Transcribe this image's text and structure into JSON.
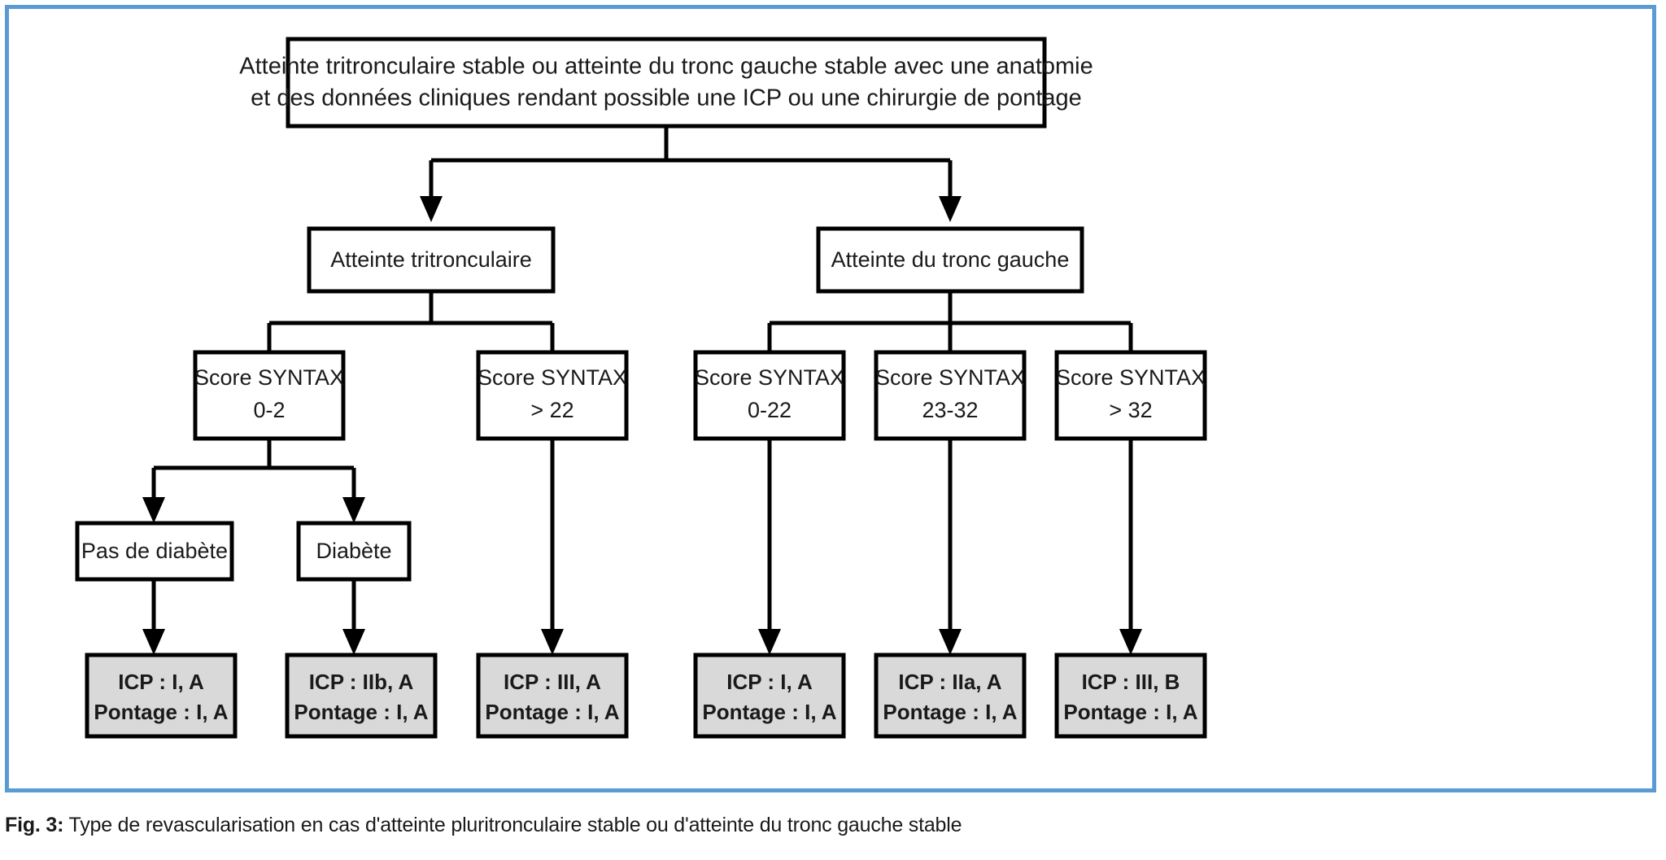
{
  "figure": {
    "caption_label": "Fig. 3:",
    "caption_text": "Type de revascularisation en cas d'atteinte pluritronculaire stable ou d'atteinte du tronc gauche stable",
    "border_color": "#5b9bd5"
  },
  "colors": {
    "green": "#5cab6e",
    "orange": "#e8941f",
    "yellow": "#efb223",
    "red": "#ab1f2f",
    "box_border": "#000000",
    "result_fill": "#d9d9d9",
    "node_fill": "#ffffff"
  },
  "chart_data": {
    "type": "diagram",
    "title": "Type de revascularisation en cas d'atteinte pluritronculaire stable ou d'atteinte du tronc gauche stable",
    "orientation": "top-down",
    "nodes": [
      {
        "id": "root",
        "kind": "decision-root",
        "lines": [
          "Atteinte tritronculaire stable ou atteinte du tronc gauche stable avec une anatomie",
          "et des données cliniques rendant possible une ICP ou une chirurgie de pontage"
        ]
      },
      {
        "id": "tritronculaire",
        "kind": "branch",
        "lines": [
          "Atteinte tritronculaire"
        ]
      },
      {
        "id": "tronc-gauche",
        "kind": "branch",
        "lines": [
          "Atteinte du tronc gauche"
        ]
      },
      {
        "id": "syntax-0-2",
        "kind": "criterion",
        "lines": [
          "Score SYNTAX",
          "0-2"
        ]
      },
      {
        "id": "syntax-sup-22",
        "kind": "criterion",
        "lines": [
          "Score SYNTAX",
          "> 22"
        ]
      },
      {
        "id": "syntax-0-22",
        "kind": "criterion",
        "lines": [
          "Score SYNTAX",
          "0-22"
        ]
      },
      {
        "id": "syntax-23-32",
        "kind": "criterion",
        "lines": [
          "Score SYNTAX",
          "23-32"
        ]
      },
      {
        "id": "syntax-sup-32",
        "kind": "criterion",
        "lines": [
          "Score SYNTAX",
          "> 32"
        ]
      },
      {
        "id": "pas-de-diabete",
        "kind": "criterion",
        "lines": [
          "Pas de diabète"
        ]
      },
      {
        "id": "diabete",
        "kind": "criterion",
        "lines": [
          "Diabète"
        ]
      }
    ],
    "results": [
      {
        "id": "result-pas-de-diabete",
        "icp": "ICP : I, A",
        "icp_color": "#5cab6e",
        "pontage": "Pontage : I, A",
        "pontage_color": "#5cab6e"
      },
      {
        "id": "result-diabete",
        "icp": "ICP : IIb, A",
        "icp_color": "#e8941f",
        "pontage": "Pontage : I, A",
        "pontage_color": "#5cab6e"
      },
      {
        "id": "result-syntax-sup-22",
        "icp": "ICP : III, A",
        "icp_color": "#ab1f2f",
        "pontage": "Pontage : I, A",
        "pontage_color": "#5cab6e"
      },
      {
        "id": "result-syntax-0-22",
        "icp": "ICP : I, A",
        "icp_color": "#5cab6e",
        "pontage": "Pontage : I, A",
        "pontage_color": "#5cab6e"
      },
      {
        "id": "result-syntax-23-32",
        "icp": "ICP : IIa, A",
        "icp_color": "#efb223",
        "pontage": "Pontage : I, A",
        "pontage_color": "#5cab6e"
      },
      {
        "id": "result-syntax-sup-32",
        "icp": "ICP : III, B",
        "icp_color": "#ab1f2f",
        "pontage": "Pontage : I, A",
        "pontage_color": "#5cab6e"
      }
    ],
    "edges": [
      {
        "from": "root",
        "to": "tritronculaire"
      },
      {
        "from": "root",
        "to": "tronc-gauche"
      },
      {
        "from": "tritronculaire",
        "to": "syntax-0-2"
      },
      {
        "from": "tritronculaire",
        "to": "syntax-sup-22"
      },
      {
        "from": "tronc-gauche",
        "to": "syntax-0-22"
      },
      {
        "from": "tronc-gauche",
        "to": "syntax-23-32"
      },
      {
        "from": "tronc-gauche",
        "to": "syntax-sup-32"
      },
      {
        "from": "syntax-0-2",
        "to": "pas-de-diabete"
      },
      {
        "from": "syntax-0-2",
        "to": "diabete"
      },
      {
        "from": "pas-de-diabete",
        "to": "result-pas-de-diabete"
      },
      {
        "from": "diabete",
        "to": "result-diabete"
      },
      {
        "from": "syntax-sup-22",
        "to": "result-syntax-sup-22"
      },
      {
        "from": "syntax-0-22",
        "to": "result-syntax-0-22"
      },
      {
        "from": "syntax-23-32",
        "to": "result-syntax-23-32"
      },
      {
        "from": "syntax-sup-32",
        "to": "result-syntax-sup-32"
      }
    ]
  }
}
